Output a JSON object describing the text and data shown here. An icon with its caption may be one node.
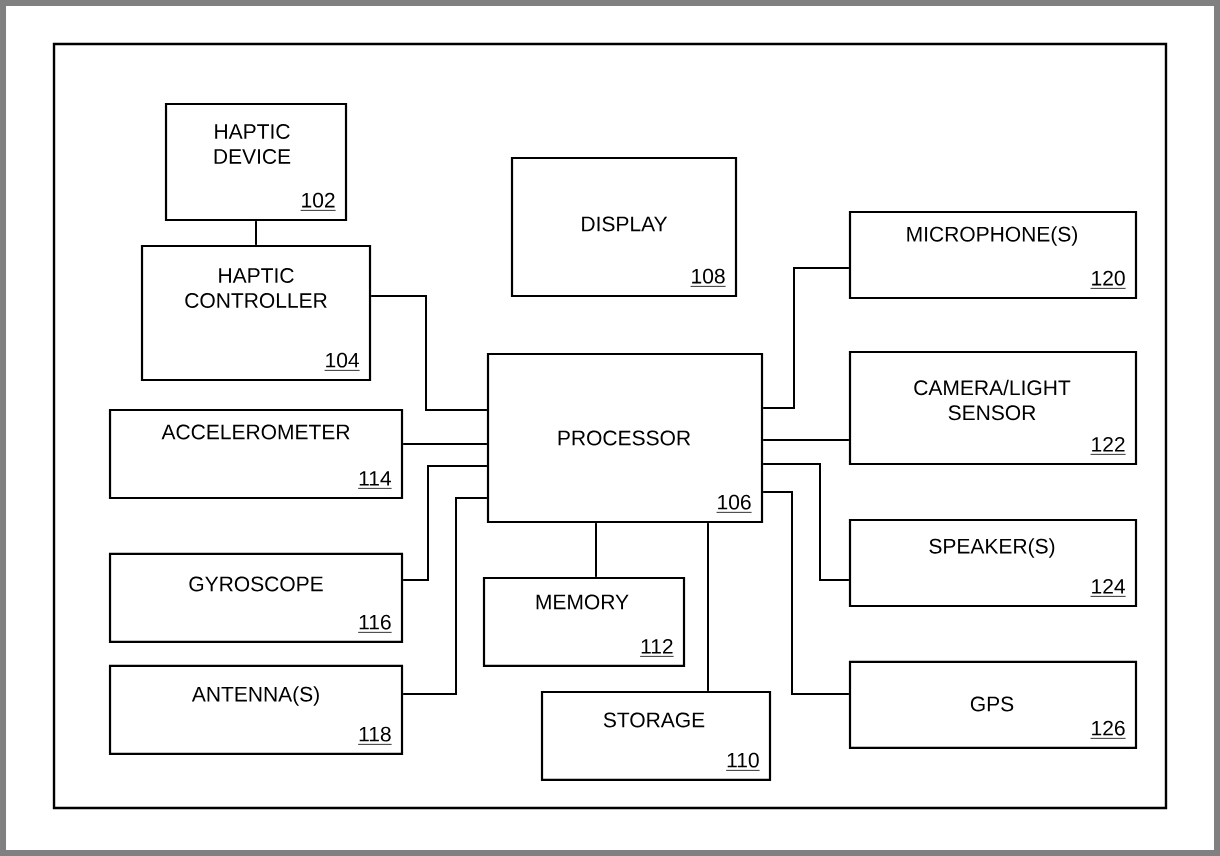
{
  "diagram": {
    "nodes": [
      {
        "text": [
          "HAPTIC DEVICE",
          "102"
        ]
      },
      {
        "text": [
          "HAPTIC CONTROLLER",
          "104"
        ]
      },
      {
        "text": [
          "DISPLAY",
          "108"
        ]
      },
      {
        "text": [
          "MICROPHONE(S)",
          "120"
        ]
      },
      {
        "text": [
          "ACCELEROMETER",
          "114"
        ]
      },
      {
        "text": [
          "PROCESSOR",
          "106"
        ]
      },
      {
        "text": [
          "CAMERA/LIGHT SENSOR",
          "122"
        ]
      },
      {
        "text": [
          "GYROSCOPE",
          "116"
        ]
      },
      {
        "text": [
          "MEMORY",
          "112"
        ]
      },
      {
        "text": [
          "SPEAKER(S)",
          "124"
        ]
      },
      {
        "text": [
          "ANTENNA(S)",
          "118"
        ]
      },
      {
        "text": [
          "STORAGE",
          "110"
        ]
      },
      {
        "text": [
          "GPS",
          "126"
        ]
      }
    ],
    "edges": [
      {
        "from": 0,
        "to": 1,
        "arrow": "none"
      },
      {
        "from": 1,
        "to": 5,
        "arrow": "none"
      },
      {
        "from": 4,
        "to": 5,
        "arrow": "none"
      },
      {
        "from": 7,
        "to": 5,
        "arrow": "none"
      },
      {
        "from": 10,
        "to": 5,
        "arrow": "none"
      },
      {
        "from": 5,
        "to": 8,
        "arrow": "none"
      },
      {
        "from": 5,
        "to": 11,
        "arrow": "none"
      },
      {
        "from": 5,
        "to": 3,
        "arrow": "none"
      },
      {
        "from": 5,
        "to": 6,
        "arrow": "none"
      },
      {
        "from": 5,
        "to": 9,
        "arrow": "none"
      },
      {
        "from": 5,
        "to": 12,
        "arrow": "none"
      }
    ]
  }
}
